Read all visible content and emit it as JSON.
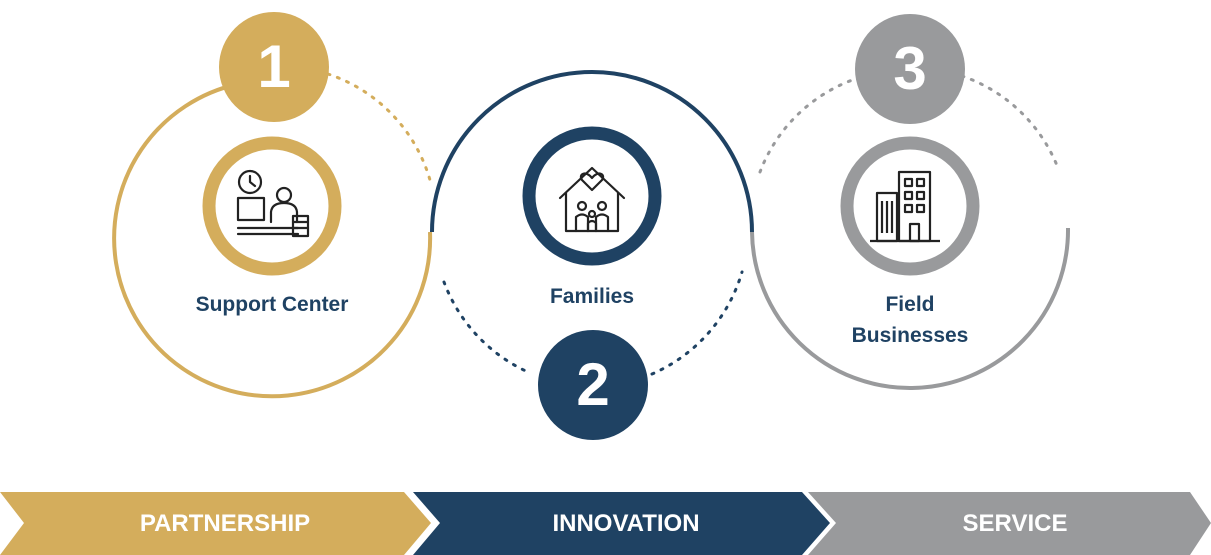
{
  "colors": {
    "gold": "#d4ad5c",
    "navy": "#1f4263",
    "gray": "#999a9c",
    "white": "#ffffff"
  },
  "steps": [
    {
      "number": "1",
      "label": "Support Center",
      "icon": "support-desk-icon"
    },
    {
      "number": "2",
      "label": "Families",
      "icon": "family-home-icon"
    },
    {
      "number": "3",
      "label": "Field Businesses",
      "icon": "office-building-icon"
    }
  ],
  "banner": [
    {
      "label": "PARTNERSHIP"
    },
    {
      "label": "INNOVATION"
    },
    {
      "label": "SERVICE"
    }
  ]
}
